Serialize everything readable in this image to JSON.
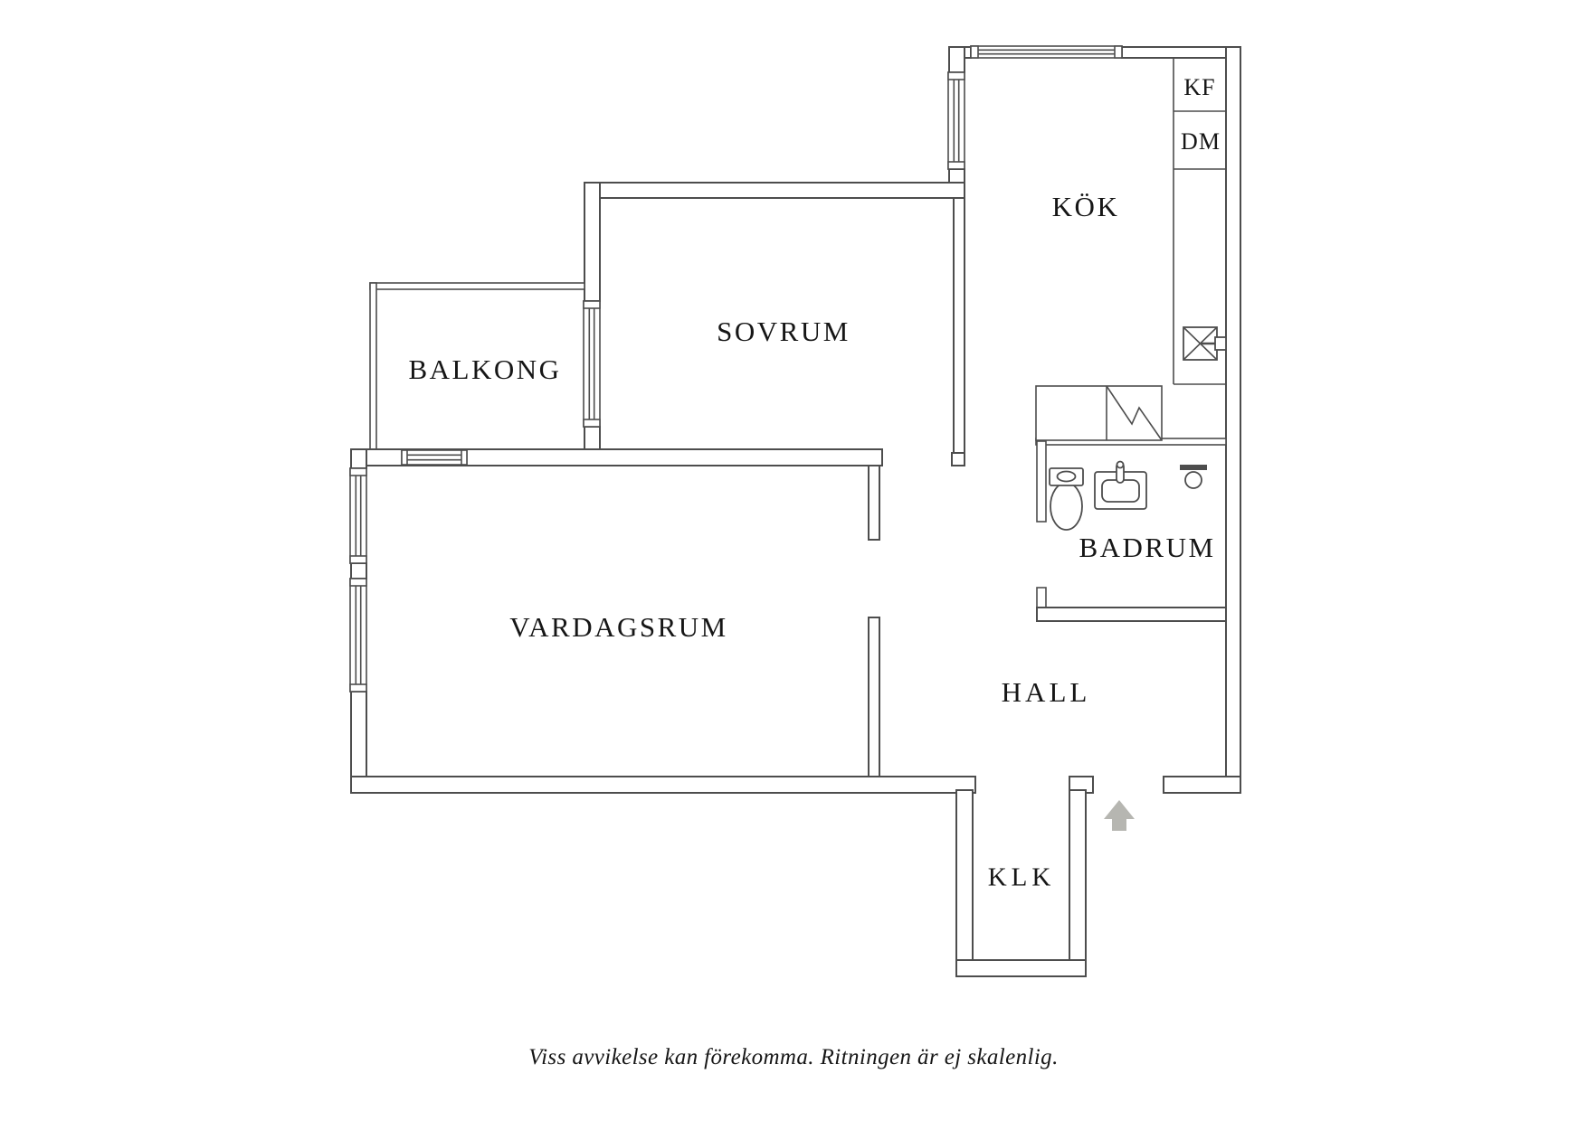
{
  "plan": {
    "rooms": {
      "balkong": "BALKONG",
      "sovrum": "SOVRUM",
      "kok": "KÖK",
      "kf": "KF",
      "dm": "DM",
      "vardagsrum": "VARDAGSRUM",
      "badrum": "BADRUM",
      "hall": "HALL",
      "klk": "KLK"
    },
    "caption": "Viss avvikelse kan förekomma. Ritningen är ej skalenlig.",
    "colors": {
      "wall_line": "#4d4d4d",
      "label_text": "#161616",
      "entrance_arrow": "#b6b6b1",
      "background": "#ffffff"
    },
    "icons": {
      "entrance_arrow": "up-arrow",
      "kitchen_sink": "square-with-x-and-faucet",
      "toilet": "toilet-plan-symbol",
      "washbasin": "basin-plan-symbol",
      "shower": "shower-head-circle",
      "appliance": "zigzag-diagonal-box",
      "window": "double-line-window-symbol"
    }
  }
}
